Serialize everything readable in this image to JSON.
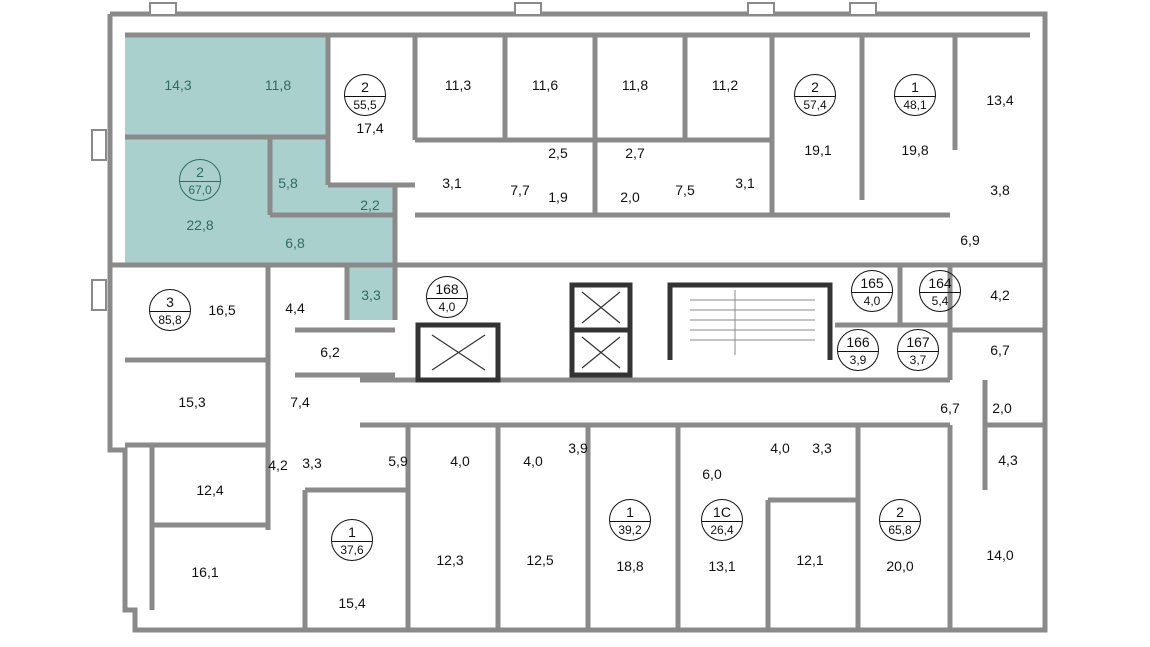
{
  "colors": {
    "wall": "#8a8a8a",
    "dark_wall": "#333333",
    "highlight": "#a9d0cd",
    "highlight_text": "#2e6b66"
  },
  "apartments": [
    {
      "rooms": "2",
      "area": "67,0"
    },
    {
      "rooms": "2",
      "area": "55,5"
    },
    {
      "rooms": "2",
      "area": "57,4"
    },
    {
      "rooms": "1",
      "area": "48,1"
    },
    {
      "rooms": "3",
      "area": "85,8"
    },
    {
      "rooms": "168",
      "area": "4,0"
    },
    {
      "rooms": "165",
      "area": "4,0"
    },
    {
      "rooms": "164",
      "area": "5,4"
    },
    {
      "rooms": "166",
      "area": "3,9"
    },
    {
      "rooms": "167",
      "area": "3,7"
    },
    {
      "rooms": "1",
      "area": "37,6"
    },
    {
      "rooms": "1",
      "area": "39,2"
    },
    {
      "rooms": "1С",
      "area": "26,4"
    },
    {
      "rooms": "2",
      "area": "65,8"
    }
  ],
  "rooms": [
    "14,3",
    "11,8",
    "22,8",
    "5,8",
    "2,2",
    "6,8",
    "3,3",
    "17,4",
    "11,3",
    "11,6",
    "11,8",
    "11,2",
    "19,1",
    "19,8",
    "13,4",
    "3,1",
    "7,7",
    "2,5",
    "1,9",
    "2,7",
    "2,0",
    "7,5",
    "3,1",
    "3,8",
    "6,9",
    "16,5",
    "4,4",
    "4,2",
    "6,2",
    "6,7",
    "15,3",
    "7,4",
    "6,7",
    "2,0",
    "4,2",
    "3,3",
    "5,9",
    "4,0",
    "4,0",
    "3,9",
    "6,0",
    "4,0",
    "3,3",
    "4,3",
    "12,4",
    "16,1",
    "15,4",
    "12,3",
    "12,5",
    "18,8",
    "13,1",
    "12,1",
    "20,0",
    "14,0"
  ]
}
